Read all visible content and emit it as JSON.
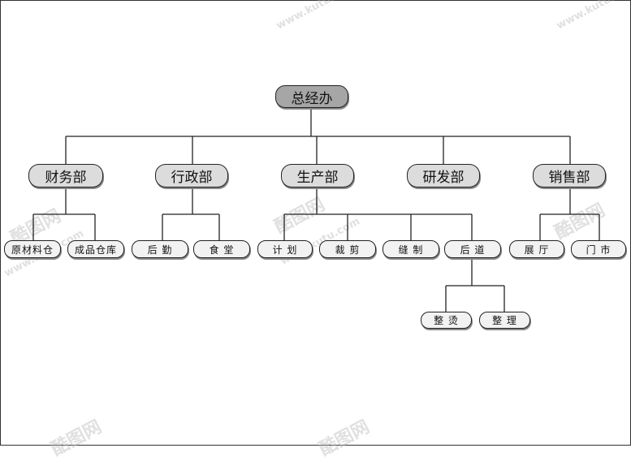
{
  "chart": {
    "root": "总经办",
    "departments": [
      {
        "key": "finance",
        "label": "财务部"
      },
      {
        "key": "admin",
        "label": "行政部"
      },
      {
        "key": "production",
        "label": "生产部"
      },
      {
        "key": "rnd",
        "label": "研发部"
      },
      {
        "key": "sales",
        "label": "销售部"
      }
    ],
    "units": {
      "raw_material_warehouse": "原材料仓",
      "finished_goods_warehouse": "成品仓库",
      "logistics": "后  勤",
      "canteen": "食  堂",
      "planning": "计  划",
      "cutting": "裁  剪",
      "sewing": "缝  制",
      "finishing": "后  道",
      "ironing": "整  烫",
      "sorting": "整  理",
      "showroom": "展  厅",
      "store": "门  市"
    }
  },
  "watermark": {
    "brand": "酷图网",
    "url": "www.kutu.com"
  },
  "colors": {
    "root_fill": "#a6a6a6",
    "dept_fill": "#dcdcdc",
    "unit_fill": "#f2f2f2",
    "line": "#222222",
    "watermark": "#bbbbbb"
  }
}
